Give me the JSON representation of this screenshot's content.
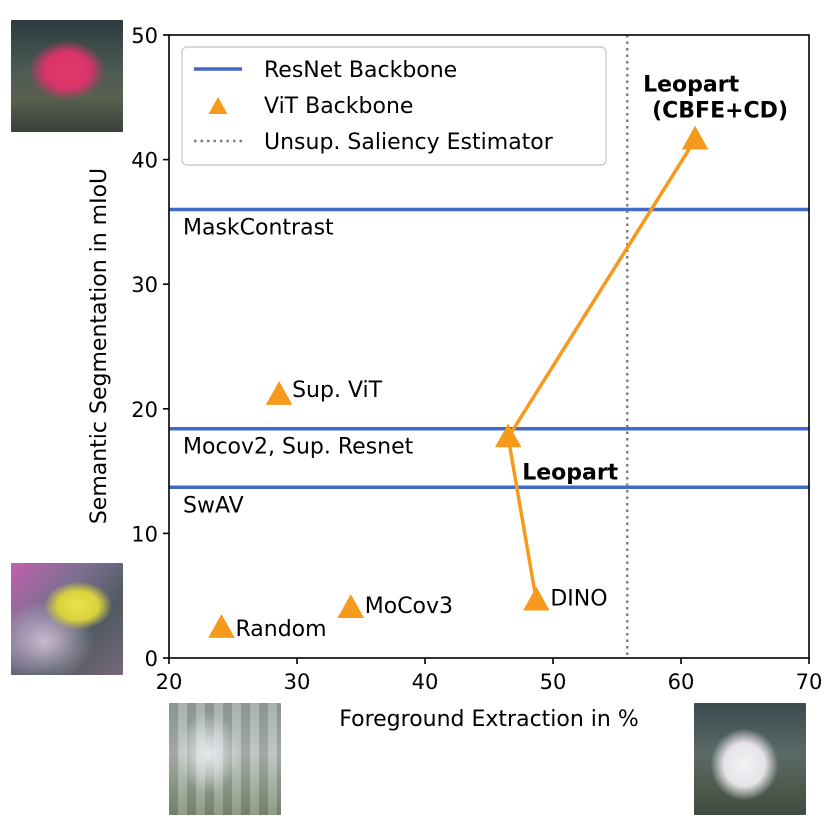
{
  "chart_data": {
    "type": "scatter",
    "xlabel": "Foreground Extraction in %",
    "ylabel": "Semantic Segmentation in mIoU",
    "xlim": [
      20,
      70
    ],
    "ylim": [
      0,
      50
    ],
    "xticks": [
      "20",
      "30",
      "40",
      "50",
      "60",
      "70"
    ],
    "yticks": [
      "0",
      "10",
      "20",
      "30",
      "40",
      "50"
    ],
    "grid": false,
    "legend": {
      "placement": "top-left",
      "entries": [
        {
          "label": "ResNet Backbone",
          "marker": "line",
          "color": "#4169c8"
        },
        {
          "label": "ViT Backbone",
          "marker": "triangle",
          "color": "#f59a1c"
        },
        {
          "label": "Unsup. Saliency Estimator",
          "marker": "dotted-line",
          "color": "#808080"
        }
      ]
    },
    "hlines": [
      {
        "label": "MaskContrast",
        "y": 36
      },
      {
        "label": "Mocov2, Sup. Resnet",
        "y": 18.4
      },
      {
        "label": "SwAV",
        "y": 13.7
      }
    ],
    "vline": {
      "x": 55.8
    },
    "points": [
      {
        "label": "Random",
        "x": 24.1,
        "y": 2.4,
        "bold": false
      },
      {
        "label": "MoCov3",
        "x": 34.2,
        "y": 4.0,
        "bold": false
      },
      {
        "label": "DINO",
        "x": 48.7,
        "y": 4.6,
        "bold": false
      },
      {
        "label": "Sup. ViT",
        "x": 28.6,
        "y": 21.1,
        "bold": false
      },
      {
        "label": "Leopart",
        "x": 46.5,
        "y": 17.7,
        "bold": true
      },
      {
        "label": "Leopart\n(CBFE+CD)",
        "x": 61.1,
        "y": 41.6,
        "bold": true
      }
    ],
    "path": [
      [
        48.7,
        4.6
      ],
      [
        46.5,
        17.7
      ],
      [
        61.1,
        41.6
      ]
    ],
    "colors": {
      "resnet": "#4169c8",
      "vit": "#f59a1c",
      "saliency": "#808080"
    }
  }
}
